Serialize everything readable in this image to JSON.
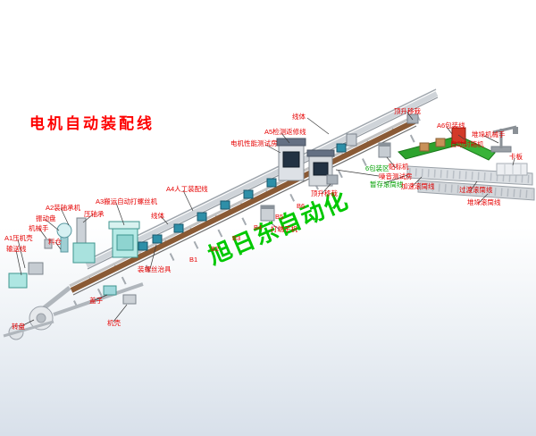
{
  "title": "电机自动装配线",
  "watermark": "旭日东自动化",
  "colors": {
    "title_red": "#fe0000",
    "label_red": "#e60000",
    "label_green": "#00a000",
    "watermark_green": "#00c800",
    "belt_brown": "#8a5a35",
    "green_conveyor": "#2da32d",
    "machine_cyan": "#aee6e2"
  },
  "labels": {
    "xianti_top": "线体",
    "dingsheng_top": "顶升移栽",
    "a6": "A6包装线",
    "fengxiang": "自动封箱机",
    "duiduo_jixieshou": "堆垛机械手",
    "kaban": "卡板",
    "a5": "A5检测返修线",
    "xingneng_ceshifang": "电机性能测试房",
    "tiebiaoji": "贴标机",
    "zaoyin_ceshifang": "噪音测试房",
    "baozhuangqu": "6包装区",
    "zancun": "暂存滚筒线",
    "jiasu": "加速滚筒线",
    "guodu": "过渡滚筒线",
    "duiduo_guntong": "堆垛滚筒线",
    "dingsheng_mid": "顶升移栽",
    "b6": "B6",
    "b5": "B5",
    "b4": "B4",
    "b3": "B3",
    "b2": "B2",
    "b1": "B1",
    "a4": "A4人工装配线",
    "xianti_left": "线体",
    "a3": "A3搬运自动打螺丝机",
    "yazhoucheng": "压轴承",
    "a2": "A2装轴承机",
    "zhendongpan": "振动盘",
    "jixieshou": "机械手",
    "liaocang": "料仓",
    "a1": "A1压机壳",
    "shusongxian": "输送线",
    "daduanziji": "打端子机",
    "luosizhiju": "装螺丝治具",
    "gaizi": "盖子",
    "jike": "机壳",
    "zhuanpan": "转盘"
  }
}
